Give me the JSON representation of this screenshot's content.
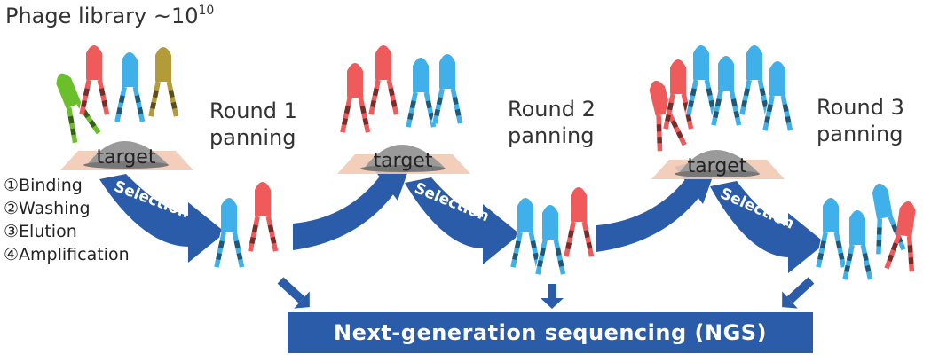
{
  "title": {
    "text": "Phage library ~10",
    "superscript": "10"
  },
  "rounds": [
    {
      "line1": "Round 1",
      "line2": "panning"
    },
    {
      "line1": "Round 2",
      "line2": "panning"
    },
    {
      "line1": "Round 3",
      "line2": "panning"
    }
  ],
  "target_label": "target",
  "selection_label": "Selection",
  "steps": [
    "①Binding",
    "②Washing",
    "③Elution",
    "④Amplification"
  ],
  "ngs_label": "Next-generation sequencing (NGS)",
  "colors": {
    "arrow": "#2a5caa",
    "green": "#6bbf2a",
    "red": "#ef5a5a",
    "blue": "#3fb0ea",
    "olive": "#b39b3a",
    "dark_blue": "#15468c",
    "target": "#9a9a9a",
    "plate": "#f2c9b2"
  }
}
